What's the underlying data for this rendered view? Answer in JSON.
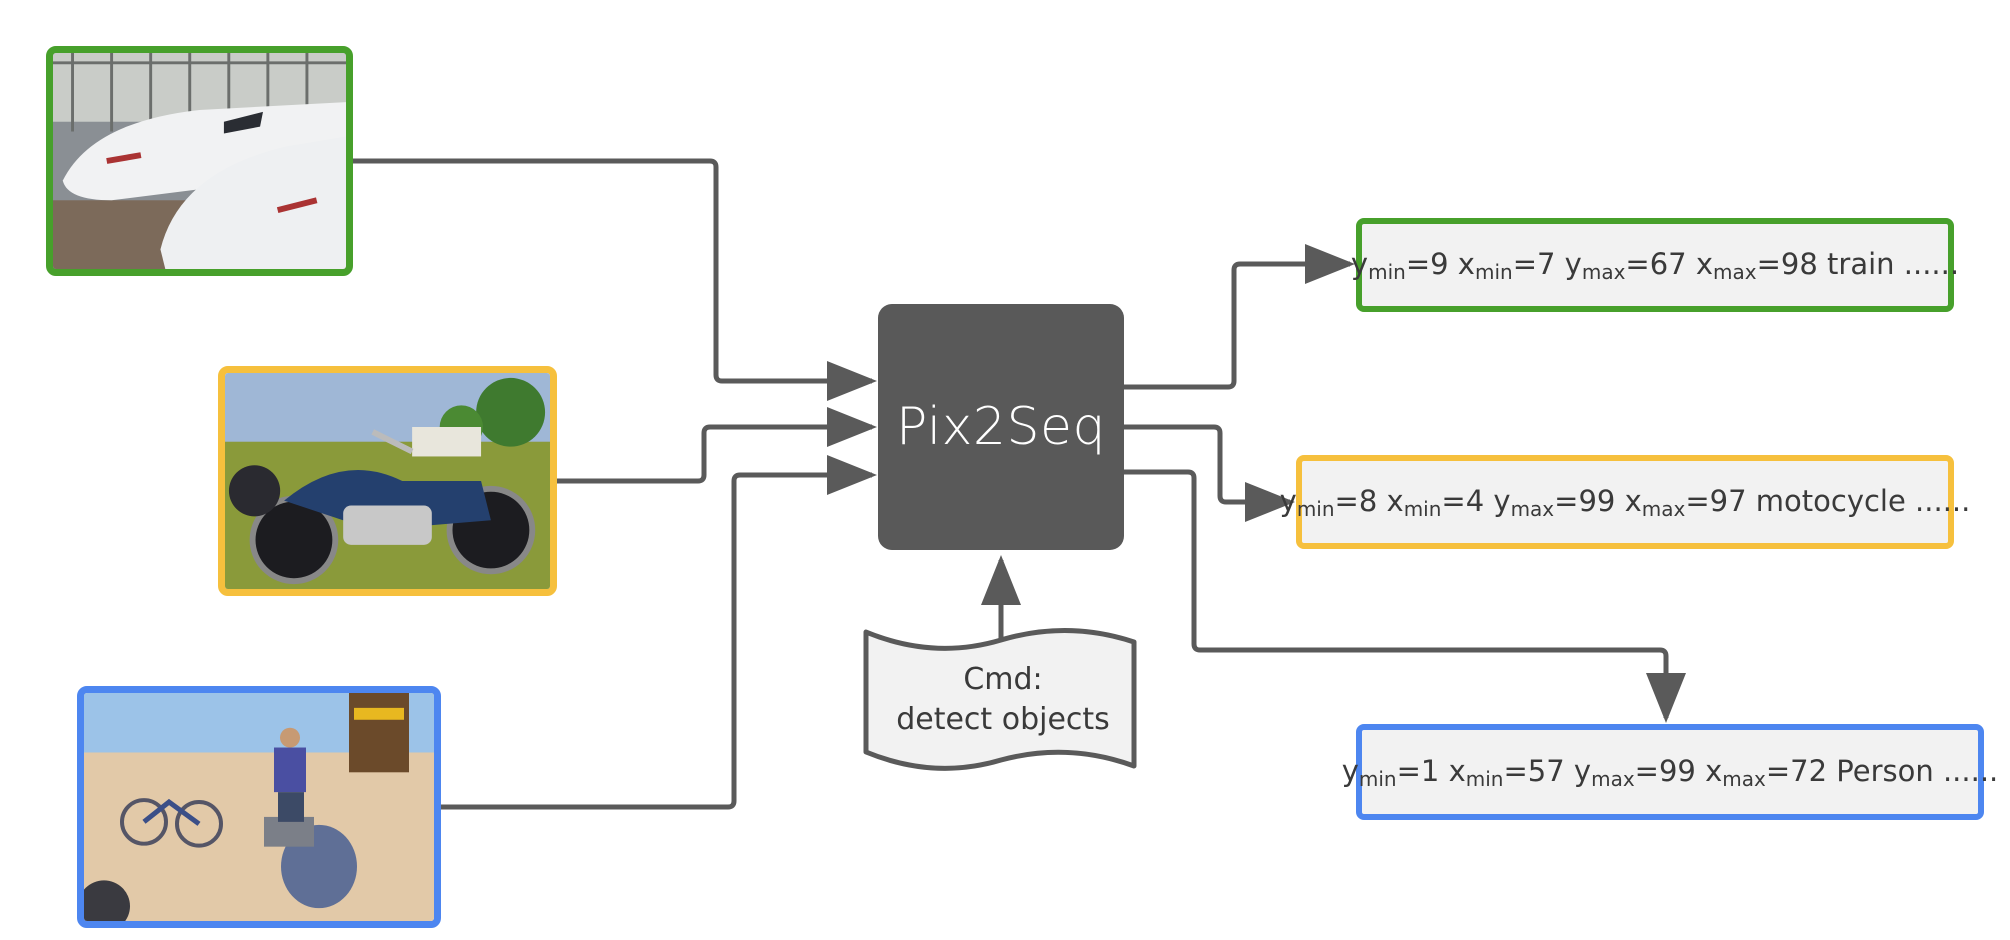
{
  "model": {
    "label": "Pix2Seq"
  },
  "command": {
    "line1": "Cmd:",
    "line2": "detect objects"
  },
  "inputs": [
    {
      "name": "train-photo",
      "border_color": "#47a02b"
    },
    {
      "name": "motorcycle-photo",
      "border_color": "#f6c03d"
    },
    {
      "name": "person-photo",
      "border_color": "#4d86f0"
    }
  ],
  "outputs": [
    {
      "ymin": "9",
      "xmin": "7",
      "ymax": "67",
      "xmax": "98",
      "label": "train ......",
      "border_color": "#47a02b"
    },
    {
      "ymin": "8",
      "xmin": "4",
      "ymax": "99",
      "xmax": "97",
      "label": "motocycle ......",
      "border_color": "#f6c03d"
    },
    {
      "ymin": "1",
      "xmin": "57",
      "ymax": "99",
      "xmax": "72",
      "label": "Person ......",
      "border_color": "#4d86f0"
    }
  ],
  "tokens": {
    "y": "y",
    "x": "x",
    "min": "min",
    "max": "max",
    "eq": "="
  },
  "colors": {
    "model_fill": "#595959",
    "arrow": "#5a5a5a",
    "output_fill": "#f2f2f2"
  }
}
